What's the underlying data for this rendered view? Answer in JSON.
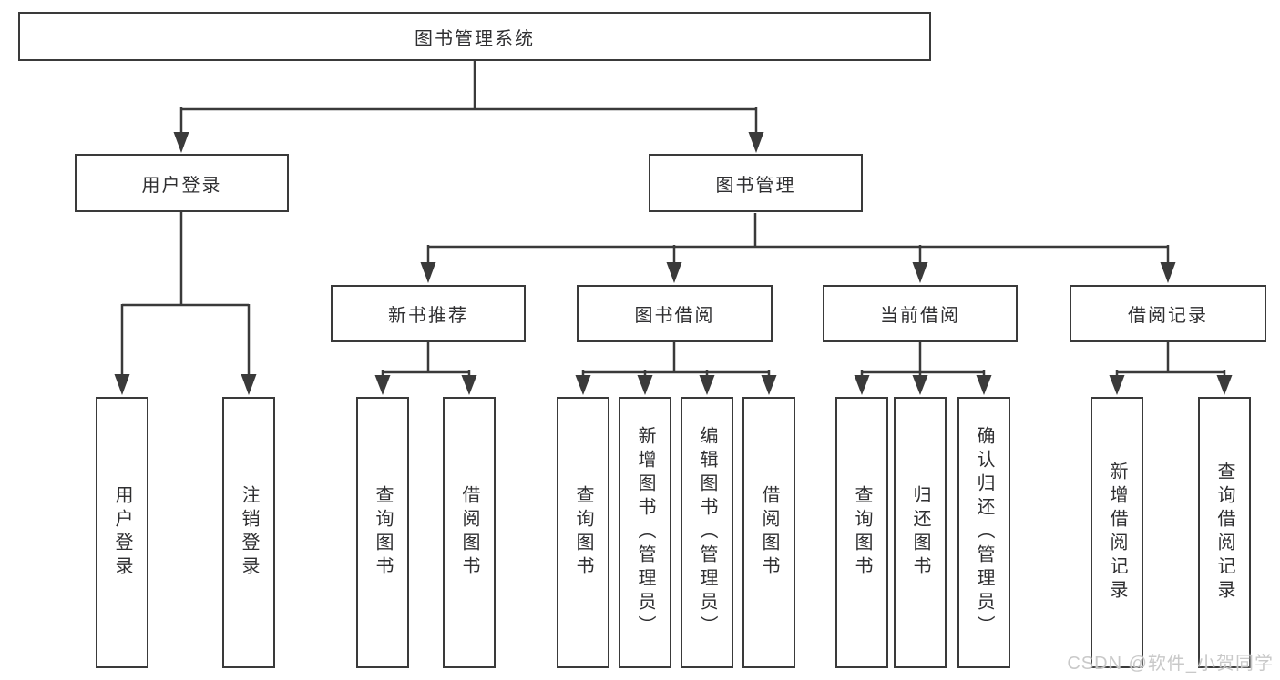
{
  "diagram": {
    "nodes": {
      "root": "图书管理系统",
      "user_login": "用户登录",
      "book_mgmt": "图书管理",
      "new_books": "新书推荐",
      "book_borrow": "图书借阅",
      "current_borrow": "当前借阅",
      "borrow_records": "借阅记录"
    },
    "leaves": {
      "user": [
        "用户登录",
        "注销登录"
      ],
      "new_books": [
        "查询图书",
        "借阅图书"
      ],
      "book_borrow": [
        "查询图书",
        "新增图书（管理员）",
        "编辑图书（管理员）",
        "借阅图书"
      ],
      "current_borrow": [
        "查询图书",
        "归还图书",
        "确认归还（管理员）"
      ],
      "borrow_records": [
        "新增借阅记录",
        "查询借阅记录"
      ]
    }
  },
  "watermark": "CSDN @软件_小贺同学",
  "colors": {
    "line": "#3a3a3a",
    "box_border": "#3a3a3a",
    "text": "#2f2f31",
    "background": "#ffffff",
    "watermark": "#c6c6c6"
  }
}
